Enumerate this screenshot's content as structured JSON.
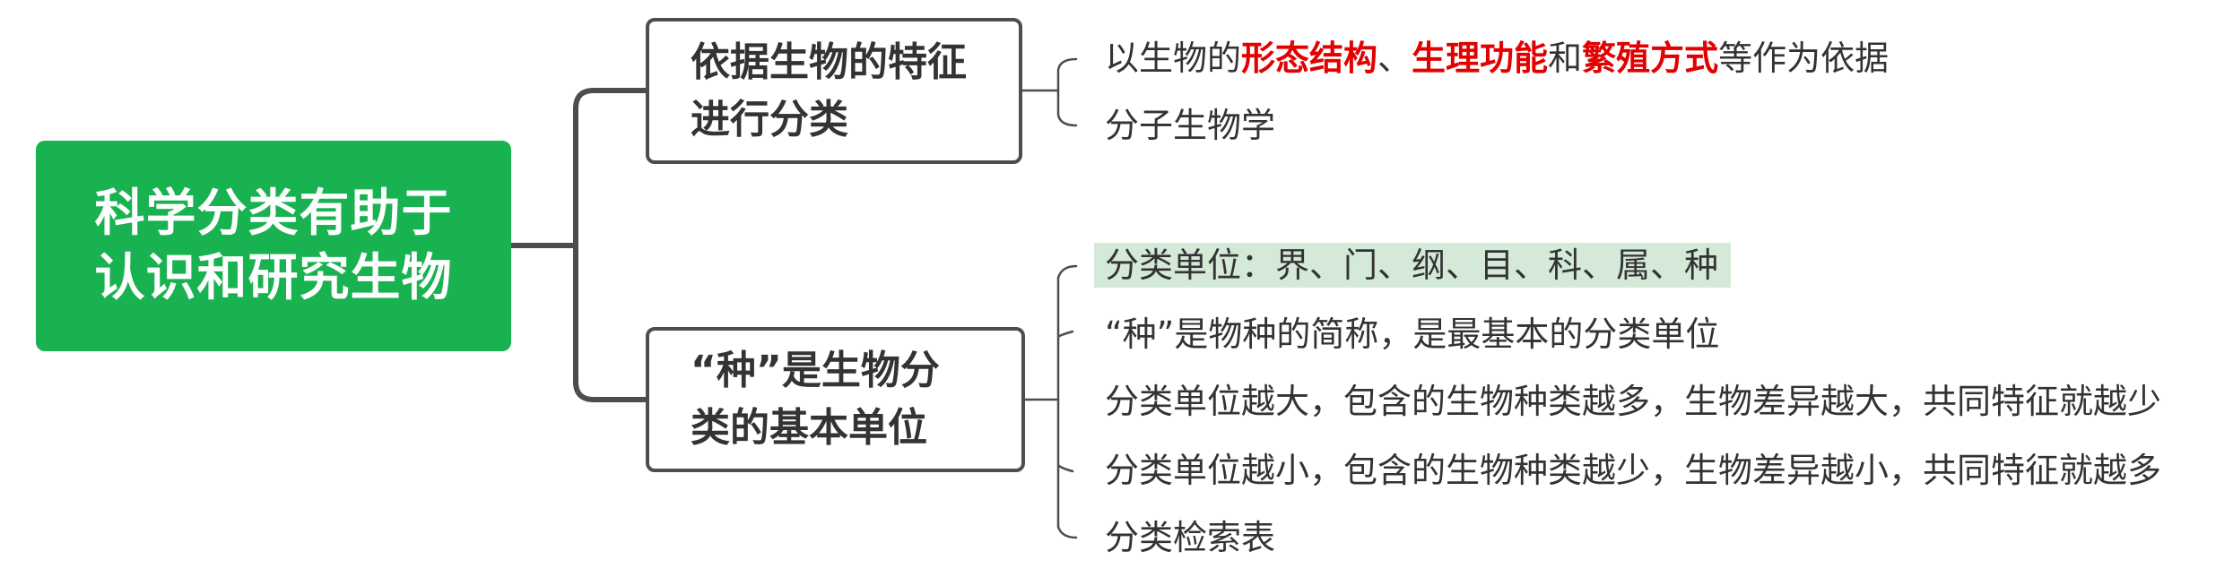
{
  "root": {
    "line1": "科学分类有助于",
    "line2": "认识和研究生物"
  },
  "topic1": {
    "line1": "依据生物的特征",
    "line2": "进行分类",
    "leaves": {
      "criteria": {
        "prefix": "以生物的",
        "key1": "形态结构",
        "sep1": "、",
        "key2": "生理功能",
        "sep2": "和",
        "key3": "繁殖方式",
        "suffix": "等作为依据"
      },
      "molecular": "分子生物学"
    }
  },
  "topic2": {
    "line1": "“种”是生物分",
    "line2": "类的基本单位",
    "leaves": {
      "units": "分类单位：界、门、纲、目、科、属、种",
      "species": "“种”是物种的简称，是最基本的分类单位",
      "larger": "分类单位越大，包含的生物种类越多，生物差异越大，共同特征就越少",
      "smaller": "分类单位越小，包含的生物种类越少，生物差异越小，共同特征就越多",
      "key": "分类检索表"
    }
  },
  "colors": {
    "root_fill": "#19b251",
    "emphasis_red": "#e20000",
    "highlight_fill": "#d4e9d8",
    "line": "#4d4d4d"
  }
}
